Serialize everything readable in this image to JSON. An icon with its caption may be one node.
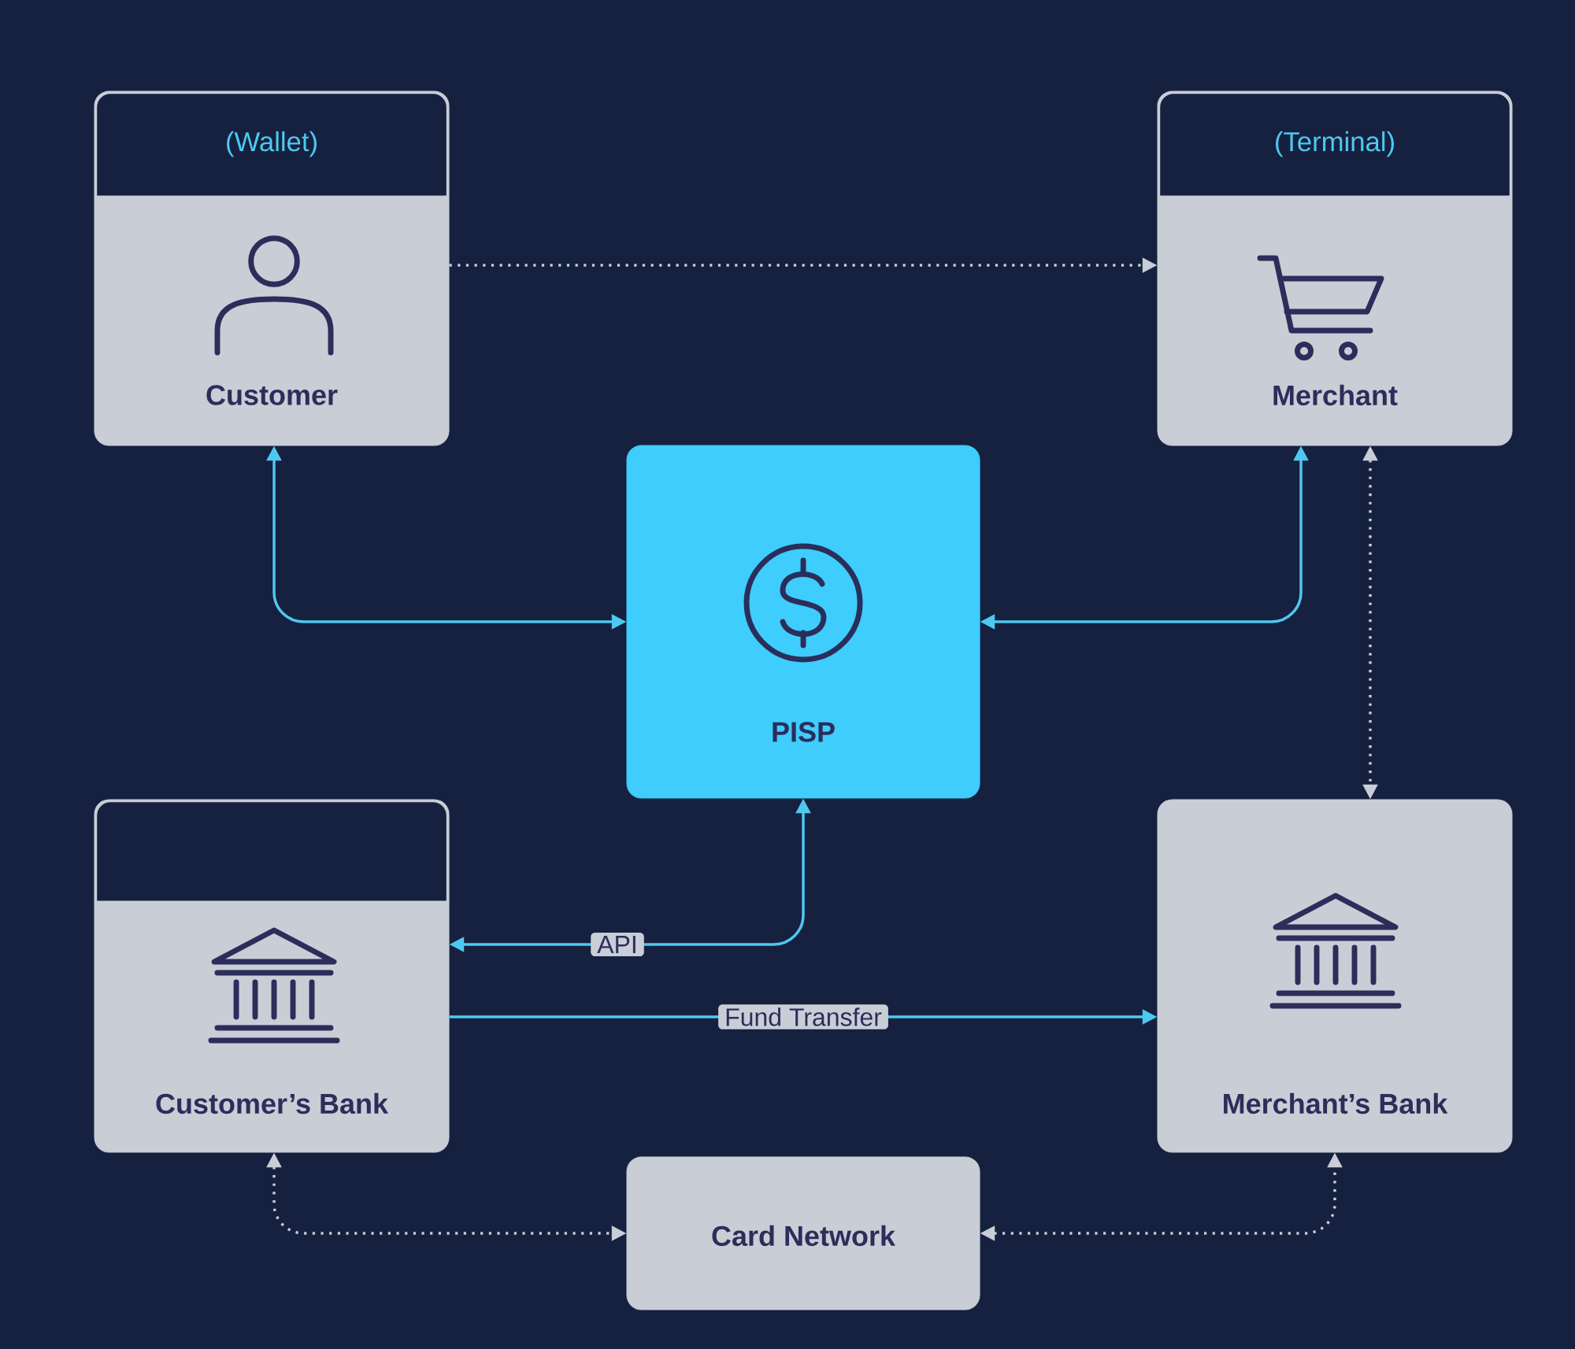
{
  "diagram": {
    "nodes": [
      {
        "text": [
          "(Wallet)",
          "Customer"
        ]
      },
      {
        "text": [
          "(Terminal)",
          "Merchant"
        ]
      },
      {
        "text": [
          "PISP"
        ]
      },
      {
        "text": [
          "Customer’s Bank"
        ]
      },
      {
        "text": [
          "Merchant’s Bank"
        ]
      },
      {
        "text": [
          "Card Network"
        ]
      }
    ],
    "edges": [
      {
        "from": 0,
        "to": 1,
        "arrow": "to",
        "style": "dashed",
        "color": "#c9cdd6"
      },
      {
        "from": 2,
        "to": 0,
        "arrow": "both",
        "color": "#4fc8f0"
      },
      {
        "from": 2,
        "to": 1,
        "arrow": "both",
        "color": "#4fc8f0"
      },
      {
        "from": 1,
        "to": 4,
        "arrow": "both",
        "style": "dashed",
        "color": "#c9cdd6"
      },
      {
        "from": 2,
        "to": 3,
        "arrow": "both",
        "label": "API",
        "color": "#4fc8f0"
      },
      {
        "from": 3,
        "to": 4,
        "arrow": "to",
        "label": "Fund Transfer",
        "color": "#4fc8f0"
      },
      {
        "from": 3,
        "to": 5,
        "arrow": "both",
        "style": "dashed",
        "color": "#c9cdd6"
      },
      {
        "from": 5,
        "to": 4,
        "arrow": "both",
        "style": "dashed",
        "color": "#c9cdd6"
      }
    ]
  }
}
